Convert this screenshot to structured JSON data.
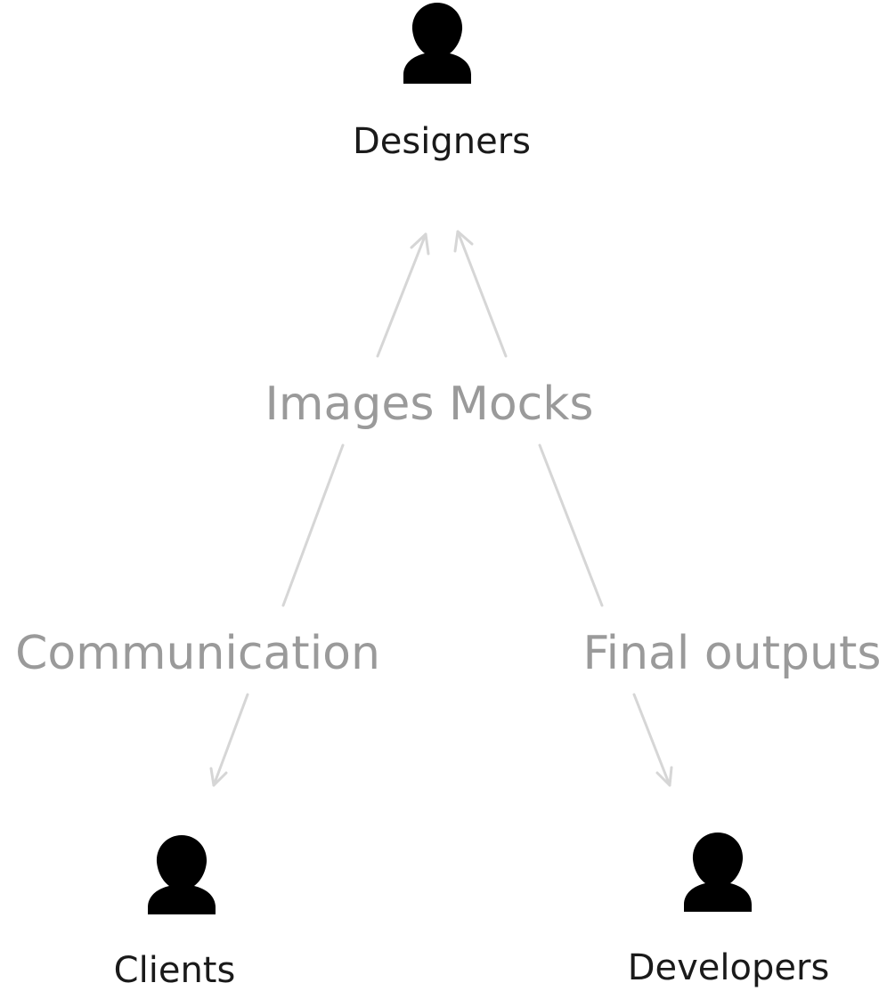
{
  "nodes": {
    "designers": {
      "label": "Designers",
      "icon": "person-icon"
    },
    "clients": {
      "label": "Clients",
      "icon": "person-icon"
    },
    "developers": {
      "label": "Developers",
      "icon": "person-icon"
    }
  },
  "edges": {
    "images_mocks": {
      "label": "Images Mocks"
    },
    "communication": {
      "label": "Communication"
    },
    "final_outputs": {
      "label": "Final outputs"
    }
  },
  "colors": {
    "icon": "#000000",
    "node_text": "#1a1a1a",
    "edge_text": "#9a9a9a",
    "arrow": "#d6d6d6",
    "background": "#ffffff"
  }
}
